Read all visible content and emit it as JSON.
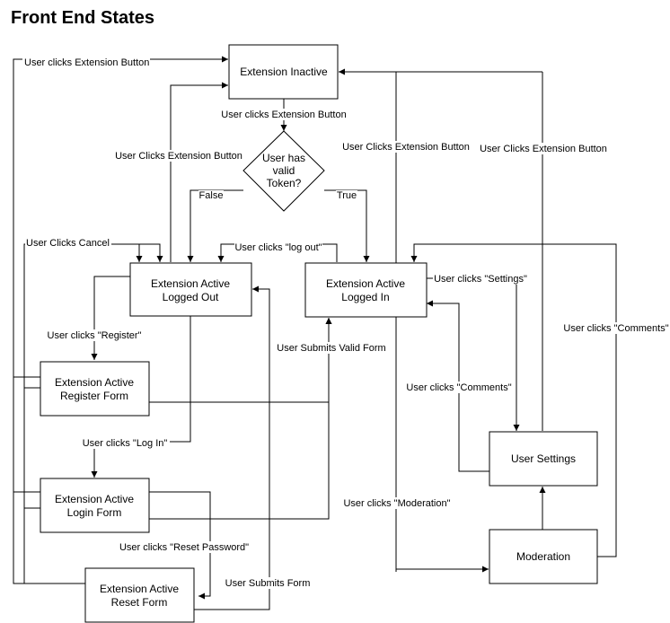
{
  "title": "Front End States",
  "nodes": {
    "inactive": [
      "Extension Inactive"
    ],
    "decision": [
      "User has",
      "valid",
      "Token?"
    ],
    "logged_out": [
      "Extension Active",
      "Logged Out"
    ],
    "logged_in": [
      "Extension Active",
      "Logged In"
    ],
    "register": [
      "Extension Active",
      "Register Form"
    ],
    "login": [
      "Extension Active",
      "Login Form"
    ],
    "reset": [
      "Extension Active",
      "Reset Form"
    ],
    "settings": [
      "User Settings"
    ],
    "moderation": [
      "Moderation"
    ]
  },
  "edge_labels": {
    "top_left_click": "User clicks Extension Button",
    "inactive_to_decision": "User clicks Extension Button",
    "false": "False",
    "true": "True",
    "lo_to_inactive": "User Clicks Extension Button",
    "li_to_inactive": "User Clicks Extension Button",
    "settings_to_inactive": "User Clicks Extension Button",
    "cancel": "User Clicks Cancel",
    "log_out": "User clicks \"log out\"",
    "settings": "User clicks \"Settings\"",
    "register": "User clicks \"Register\"",
    "valid_form": "User Submits Valid Form",
    "comments_left": "User clicks \"Comments\"",
    "comments_right": "User clicks \"Comments\"",
    "log_in": "User clicks \"Log In\"",
    "moderation": "User clicks \"Moderation\"",
    "reset_password": "User clicks \"Reset Password\"",
    "submits_form": "User Submits Form"
  }
}
